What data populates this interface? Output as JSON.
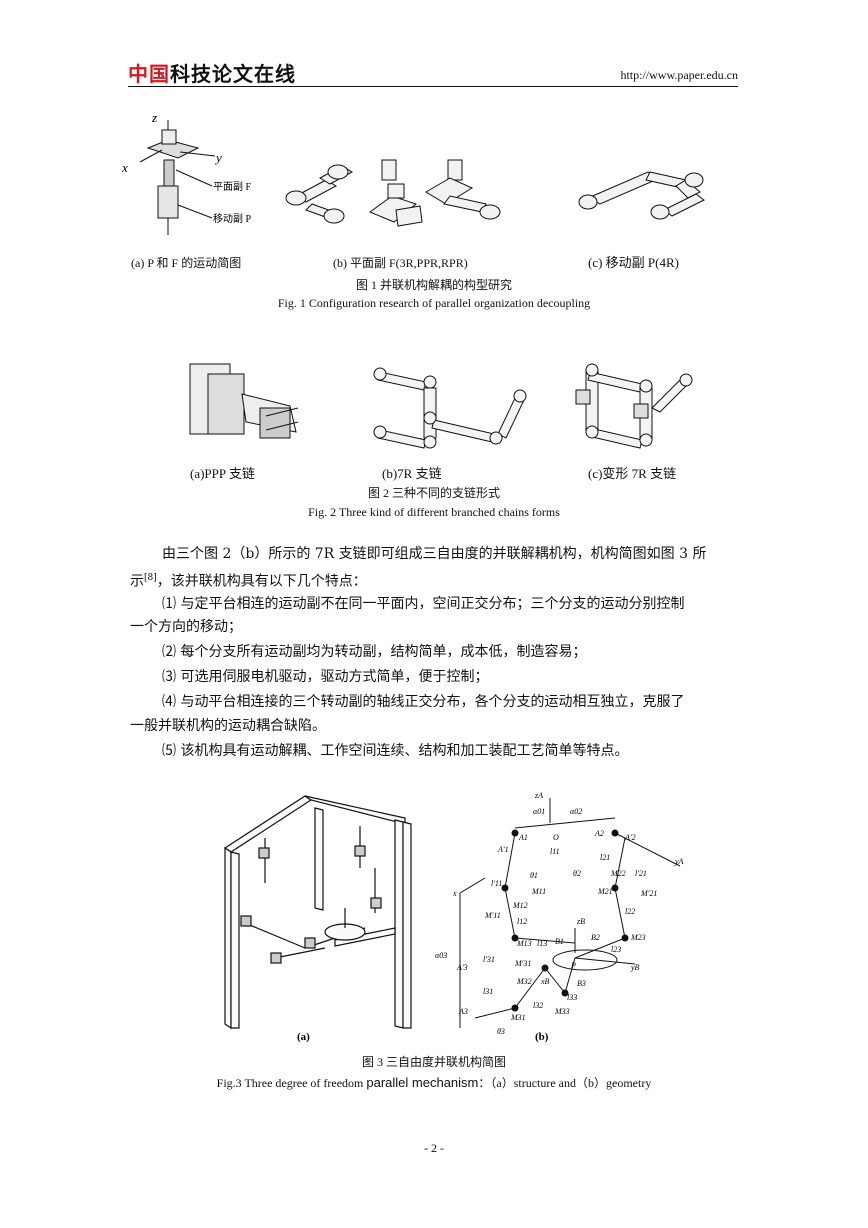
{
  "header": {
    "logo_red": "中国",
    "logo_black": "科技论文在线",
    "url": "http://www.paper.edu.cn"
  },
  "fig1": {
    "axis_z": "z",
    "axis_x": "x",
    "axis_y": "y",
    "label_planar": "平面副 F",
    "label_prismatic": "移动副 P",
    "sub_a": "(a) P 和 F 的运动简图",
    "sub_b": "(b)  平面副 F(3R,PPR,RPR)",
    "sub_c": "(c)  移动副 P(4R)",
    "caption_cn": "图 1 并联机构解耦的构型研究",
    "caption_en": "Fig. 1 Configuration research of parallel organization decoupling"
  },
  "fig2": {
    "sub_a": "(a)PPP 支链",
    "sub_b": "(b)7R 支链",
    "sub_c": "(c)变形 7R 支链",
    "caption_cn": "图 2  三种不同的支链形式",
    "caption_en": "Fig. 2 Three kind of different branched chains forms"
  },
  "body": {
    "intro_line1": "由三个图 2（b）所示的 7R 支链即可组成三自由度的并联解耦机构，机构简图如图 3 所",
    "intro_line2_a": "示",
    "intro_ref": "[8]",
    "intro_line2_b": "，该并联机构具有以下几个特点：",
    "item1_line1": "⑴  与定平台相连的运动副不在同一平面内，空间正交分布；三个分支的运动分别控制",
    "item1_line2": "一个方向的移动；",
    "item2": "⑵  每个分支所有运动副均为转动副，结构简单，成本低，制造容易；",
    "item3": "⑶  可选用伺服电机驱动，驱动方式简单，便于控制；",
    "item4_line1": "⑷  与动平台相连接的三个转动副的轴线正交分布，各个分支的运动相互独立，克服了",
    "item4_line2": "一般并联机构的运动耦合缺陷。",
    "item5": "⑸  该机构具有运动解耦、工作空间连续、结构和加工装配工艺简单等特点。"
  },
  "fig3": {
    "panel_a_label": "(a)",
    "panel_b_label": "(b)",
    "labels": [
      "zA",
      "α01",
      "α02",
      "A1",
      "O",
      "A2",
      "A'2",
      "A'1",
      "l11",
      "l21",
      "yA",
      "θ1",
      "θ2",
      "l'11",
      "M11",
      "M22",
      "l'21",
      "x",
      "M12",
      "M21",
      "M'21",
      "M'11",
      "l12",
      "l22",
      "zB",
      "M13",
      "l13",
      "B1",
      "B2",
      "M23",
      "α03",
      "l23",
      "A'3",
      "l'31",
      "M'31",
      "P",
      "M32",
      "xB",
      "yB",
      "B3",
      "l31",
      "l33",
      "A3",
      "M31",
      "l32",
      "M33",
      "θ3"
    ],
    "caption_cn": "图 3  三自由度并联机构简图",
    "caption_en_a": "Fig.3 Three degree of freedom ",
    "caption_en_b": "parallel mechanism",
    "caption_en_c": "：（a）structure and（b）geometry"
  },
  "footer": {
    "page": "- 2 -"
  }
}
